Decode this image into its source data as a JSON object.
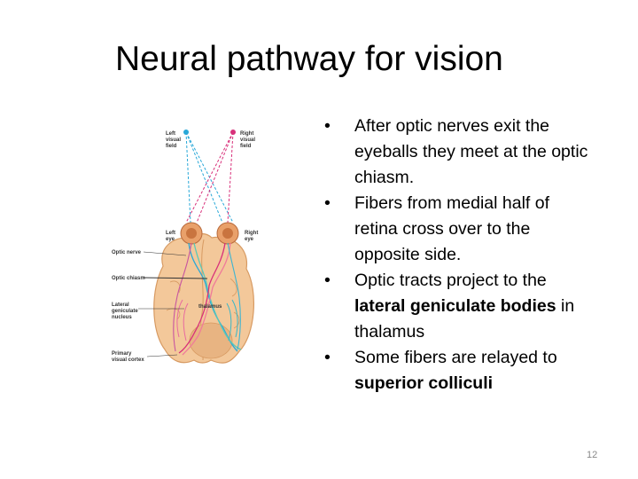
{
  "slide": {
    "title": "Neural pathway for vision",
    "page_number": "12"
  },
  "figure": {
    "labels": {
      "left_visual_field_1": "Left",
      "left_visual_field_2": "visual",
      "left_visual_field_3": "field",
      "right_visual_field_1": "Right",
      "right_visual_field_2": "visual",
      "right_visual_field_3": "field",
      "left_eye_1": "Left",
      "left_eye_2": "eye",
      "right_eye_1": "Right",
      "right_eye_2": "eye",
      "optic_nerve": "Optic nerve",
      "optic_chiasm": "Optic chiasm",
      "lgn_1": "Lateral",
      "lgn_2": "geniculate",
      "lgn_3": "nucleus",
      "thalamus": "thalamus",
      "visual_cortex_1": "Primary",
      "visual_cortex_2": "visual cortex"
    },
    "colors": {
      "left_field": "#29a8d8",
      "right_field": "#d8307a",
      "brain": "#f3c89a",
      "brain_outline": "#d79a62"
    }
  },
  "bullets": [
    {
      "parts": [
        {
          "text": "After optic nerves exit the eyeballs they meet at the optic chiasm.",
          "bold": false
        }
      ]
    },
    {
      "parts": [
        {
          "text": "Fibers from medial half of retina cross over to the opposite side.",
          "bold": false
        }
      ]
    },
    {
      "parts": [
        {
          "text": "Optic tracts project to the ",
          "bold": false
        },
        {
          "text": "lateral geniculate bodies",
          "bold": true
        },
        {
          "text": " in thalamus",
          "bold": false
        }
      ]
    },
    {
      "parts": [
        {
          "text": "Some fibers are relayed to ",
          "bold": false
        },
        {
          "text": "superior colliculi",
          "bold": true
        }
      ]
    }
  ]
}
